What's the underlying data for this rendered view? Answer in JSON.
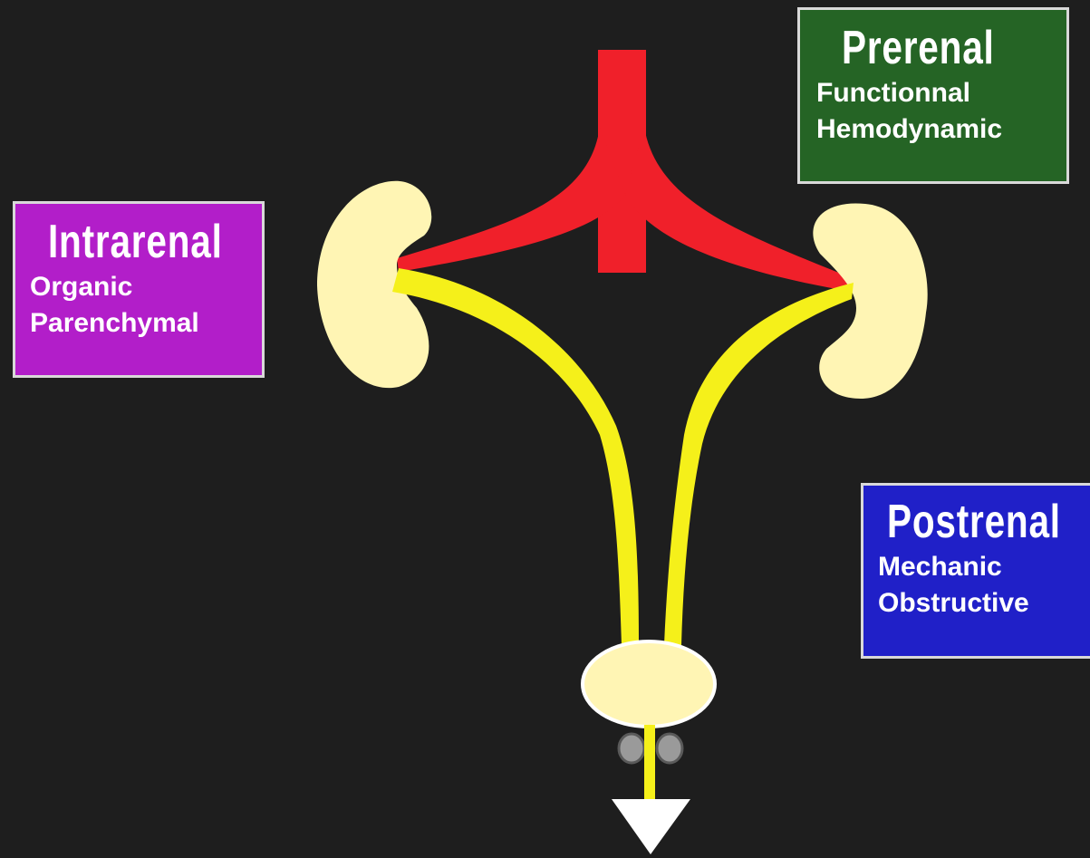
{
  "colors": {
    "background": "#1e1e1e",
    "kidney": "#fff5b4",
    "artery": "#f0202a",
    "ureter": "#f5f01a",
    "arrow": "#ffffff",
    "prerenal_box": "#256425",
    "intrarenal_box": "#b21ec9",
    "postrenal_box": "#2020c8"
  },
  "labels": {
    "prerenal": {
      "title": "Prerenal",
      "line1": "Functionnal",
      "line2": "Hemodynamic"
    },
    "intrarenal": {
      "title": "Intrarenal",
      "line1": "Organic",
      "line2": "Parenchymal"
    },
    "postrenal": {
      "title": "Postrenal",
      "line1": "Mechanic",
      "line2": "Obstructive"
    }
  },
  "icons": [
    "kidney-left-icon",
    "kidney-right-icon",
    "aorta-icon",
    "bladder-icon",
    "prostate-icon",
    "urine-outflow-arrow-icon"
  ]
}
